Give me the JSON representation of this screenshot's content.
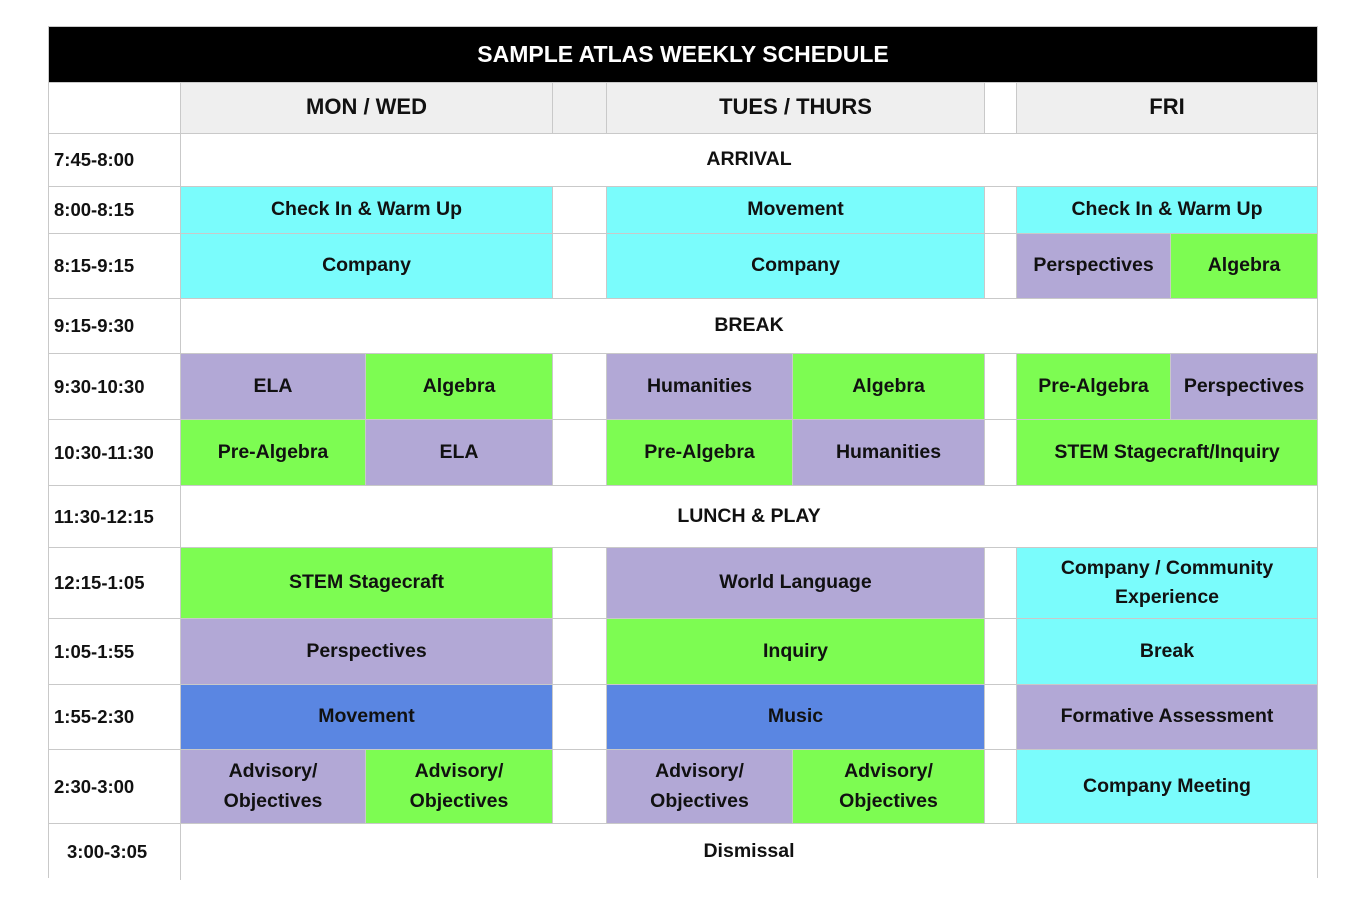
{
  "title": "SAMPLE ATLAS WEEKLY SCHEDULE",
  "headers": {
    "mon_wed": "MON / WED",
    "tues_thurs": "TUES / THURS",
    "fri": "FRI"
  },
  "times": [
    "7:45-8:00",
    "8:00-8:15",
    "8:15-9:15",
    "9:15-9:30",
    "9:30-10:30",
    "10:30-11:30",
    "11:30-12:15",
    "12:15-1:05",
    "1:05-1:55",
    "1:55-2:30",
    "2:30-3:00",
    "3:00-3:05"
  ],
  "full_rows": {
    "arrival": "ARRIVAL",
    "break": "BREAK",
    "lunch": "LUNCH & PLAY",
    "dismissal": "Dismissal"
  },
  "mon_wed": {
    "r0815": "Check In & Warm Up",
    "r0915": "Company",
    "r0930_a": "ELA",
    "r0930_b": "Algebra",
    "r1030_a": "Pre-Algebra",
    "r1030_b": "ELA",
    "r1215": "STEM Stagecraft",
    "r0105": "Perspectives",
    "r0155": "Movement",
    "r0230_a": "Advisory/ Objectives",
    "r0230_b": "Advisory/ Objectives"
  },
  "tues_thurs": {
    "r0815": "Movement",
    "r0915": "Company",
    "r0930_a": "Humanities",
    "r0930_b": "Algebra",
    "r1030_a": "Pre-Algebra",
    "r1030_b": "Humanities",
    "r1215": "World Language",
    "r0105": "Inquiry",
    "r0155": "Music",
    "r0230_a": "Advisory/ Objectives",
    "r0230_b": "Advisory/ Objectives"
  },
  "fri": {
    "r0815": "Check In & Warm Up",
    "r0915_a": "Perspectives",
    "r0915_b": "Algebra",
    "r0930_a": "Pre-Algebra",
    "r0930_b": "Perspectives",
    "r1030": "STEM Stagecraft/Inquiry",
    "r1215": "Company / Community Experience",
    "r0105": "Break",
    "r0155": "Formative Assessment",
    "r0230": "Company Meeting"
  },
  "colors": {
    "cyan": "#7afcfc",
    "green": "#7dfc52",
    "purple": "#b2a8d6",
    "blue": "#5a86e2",
    "header": "#efefef",
    "title_bg": "#000000"
  }
}
